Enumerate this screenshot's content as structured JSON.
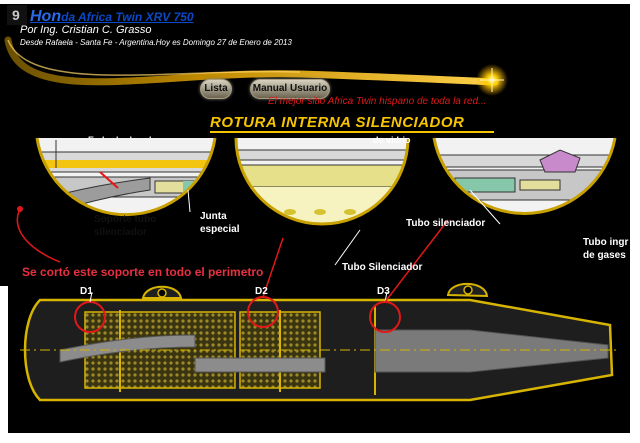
{
  "header": {
    "logo_letter": "9",
    "logo_title_big": "Hon",
    "logo_title_rest": "da Africa Twin XRV 750",
    "author": "Por Ing. Cristian C. Grasso",
    "location_date": "Desde Rafaela - Santa Fe - Argentina.Hoy es Domingo 27 de Enero de 2013"
  },
  "nav": {
    "lista_label": "Lista",
    "manual_label": "Manual Usuario",
    "tagline": "El mejor sitio  Africa Twin hispano de toda la red..."
  },
  "page": {
    "heading": "ROTURA INTERNA SILENCIADOR"
  },
  "diagram": {
    "labels": {
      "embudo_dorado": "Embudo dorado",
      "de_vidrio": "de vidrio",
      "soporte_tubo": "Soporte tubo",
      "silenciador": "silenciador",
      "junta": "Junta",
      "especial": "especial",
      "tubo_silenciador": "Tubo silenciador",
      "tubo_silenciador_cap": "Tubo Silenciador",
      "tubo_ingreso": "Tubo ingr",
      "de_gases": "de gases"
    },
    "note": "Se cortó este soporte en todo el perimetro",
    "detail_markers": [
      "D1",
      "D2",
      "D3"
    ]
  },
  "colors": {
    "accent_yellow": "#f7c500",
    "red_annotation": "#e83040",
    "link_blue": "#0a49c9"
  }
}
